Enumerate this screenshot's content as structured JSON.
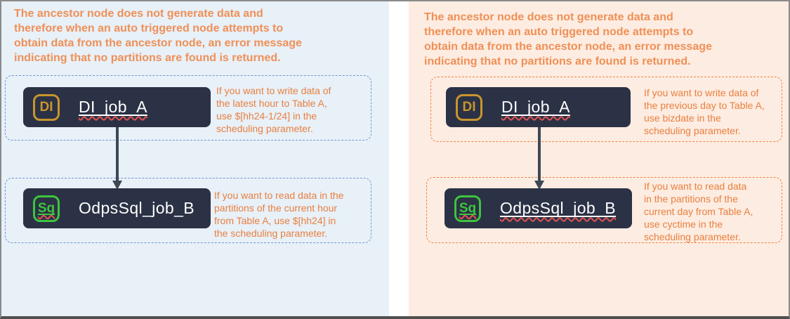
{
  "colors": {
    "left_panel_bg": "#e8f0f8",
    "right_panel_bg": "#fdece1",
    "header_text": "#ef9057",
    "annotation_text": "#e8803f",
    "node_bg": "#2b3245",
    "di_icon": "#c9952d",
    "sq_icon": "#3ec43e",
    "left_dashed_border": "#6e9ad0",
    "right_dashed_border": "#ee8643",
    "arrow": "#3d4757",
    "spellcheck": "#e05252"
  },
  "panels": [
    {
      "name": "hourly-scheduling-example",
      "header": "The ancestor node does not generate data and\ntherefore when an auto triggered node attempts to\nobtain data from the ancestor node, an error message\nindicating that no partitions are found is returned.",
      "groups": [
        {
          "node": {
            "icon_label": "DI",
            "label": "DI_job_A"
          },
          "annotation": "If you want to write data of\nthe latest hour to Table A,\nuse $[hh24-1/24] in the\nscheduling parameter."
        },
        {
          "node": {
            "icon_label": "Sq",
            "label": "OdpsSql_job_B"
          },
          "annotation": "If you want to read data in the\npartitions of the current hour\nfrom Table A, use $[hh24] in\nthe scheduling parameter."
        }
      ]
    },
    {
      "name": "daily-scheduling-example",
      "header": "The ancestor node does not generate data and\ntherefore when an auto triggered node attempts to\nobtain data from the ancestor node, an error message\nindicating that no partitions are found is returned.",
      "groups": [
        {
          "node": {
            "icon_label": "DI",
            "label": "DI_job_A"
          },
          "annotation": "If you want to write data of\nthe previous day to Table A,\nuse bizdate in the\nscheduling parameter."
        },
        {
          "node": {
            "icon_label": "Sq",
            "label": "OdpsSql_job_B"
          },
          "annotation": "If you want to read data\nin the partitions of the\ncurrent day from Table A,\nuse cyctime in the\nscheduling parameter."
        }
      ]
    }
  ]
}
